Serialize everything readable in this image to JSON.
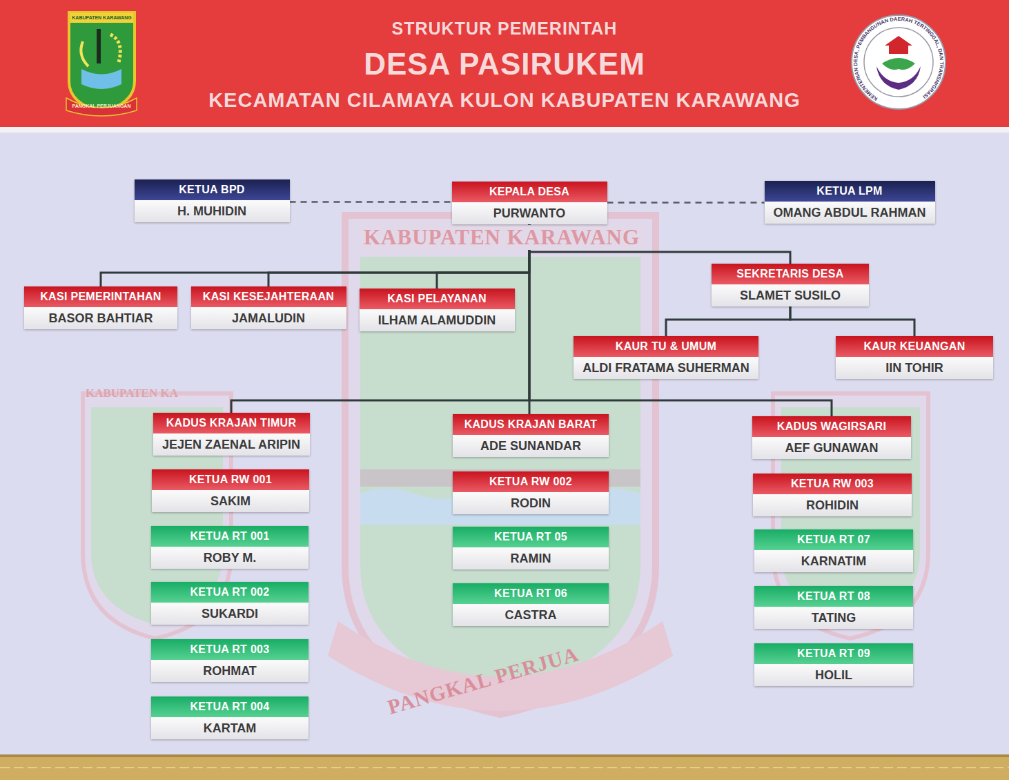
{
  "diagram": {
    "title": "DESA PASIRUKEM",
    "nodes": [
      {
        "text": [
          "KETUA BPD",
          "H. MUHIDIN"
        ]
      },
      {
        "text": [
          "KEPALA DESA",
          "PURWANTO"
        ]
      },
      {
        "text": [
          "KETUA LPM",
          "OMANG ABDUL RAHMAN"
        ]
      },
      {
        "text": [
          "KASI PEMERINTAHAN",
          "BASOR BAHTIAR"
        ]
      },
      {
        "text": [
          "KASI KESEJAHTERAAN",
          "JAMALUDIN"
        ]
      },
      {
        "text": [
          "KASI PELAYANAN",
          "ILHAM ALAMUDDIN"
        ]
      },
      {
        "text": [
          "SEKRETARIS DESA",
          "SLAMET SUSILO"
        ]
      },
      {
        "text": [
          "KAUR TU & UMUM",
          "ALDI FRATAMA SUHERMAN"
        ]
      },
      {
        "text": [
          "KAUR KEUANGAN",
          "IIN TOHIR"
        ]
      },
      {
        "text": [
          "KADUS KRAJAN TIMUR",
          "JEJEN ZAENAL ARIPIN"
        ]
      },
      {
        "text": [
          "KADUS KRAJAN BARAT",
          "ADE SUNANDAR"
        ]
      },
      {
        "text": [
          "KADUS WAGIRSARI",
          "AEF GUNAWAN"
        ]
      },
      {
        "text": [
          "KETUA RW 001",
          "SAKIM"
        ]
      },
      {
        "text": [
          "KETUA RT 001",
          "ROBY M."
        ]
      },
      {
        "text": [
          "KETUA RT 002",
          "SUKARDI"
        ]
      },
      {
        "text": [
          "KETUA RT 003",
          "ROHMAT"
        ]
      },
      {
        "text": [
          "KETUA RT 004",
          "KARTAM"
        ]
      },
      {
        "text": [
          "KETUA RW 002",
          "RODIN"
        ]
      },
      {
        "text": [
          "KETUA RT 05",
          "RAMIN"
        ]
      },
      {
        "text": [
          "KETUA RT 06",
          "CASTRA"
        ]
      },
      {
        "text": [
          "KETUA RW 003",
          "ROHIDIN"
        ]
      },
      {
        "text": [
          "KETUA RT 07",
          "KARNATIM"
        ]
      },
      {
        "text": [
          "KETUA RT 08",
          "TATING"
        ]
      },
      {
        "text": [
          "KETUA RT 09",
          "HOLIL"
        ]
      }
    ],
    "edges": [
      {
        "from": 0,
        "to": 1,
        "arrow": "none"
      },
      {
        "from": 1,
        "to": 2,
        "arrow": "none"
      },
      {
        "from": 1,
        "to": 3,
        "arrow": "none"
      },
      {
        "from": 1,
        "to": 4,
        "arrow": "none"
      },
      {
        "from": 1,
        "to": 5,
        "arrow": "none"
      },
      {
        "from": 1,
        "to": 6,
        "arrow": "none"
      },
      {
        "from": 6,
        "to": 7,
        "arrow": "none"
      },
      {
        "from": 6,
        "to": 8,
        "arrow": "none"
      },
      {
        "from": 1,
        "to": 9,
        "arrow": "none"
      },
      {
        "from": 1,
        "to": 10,
        "arrow": "none"
      },
      {
        "from": 1,
        "to": 11,
        "arrow": "none"
      }
    ],
    "labels": [
      "STRUKTUR PEMERINTAH",
      "KECAMATAN CILAMAYA KULON KABUPATEN KARAWANG",
      "KABUPATEN KARAWANG",
      "PANGKAL PERJUANGAN",
      "KEMENTERIAN DESA, PEMBANGUNAN DAERAH TERTINGGAL, DAN TRANSMIGRASI",
      "KABUPATEN KARAWANG",
      "PANGKAL PERJUA",
      "KABUPATEN KA"
    ]
  }
}
